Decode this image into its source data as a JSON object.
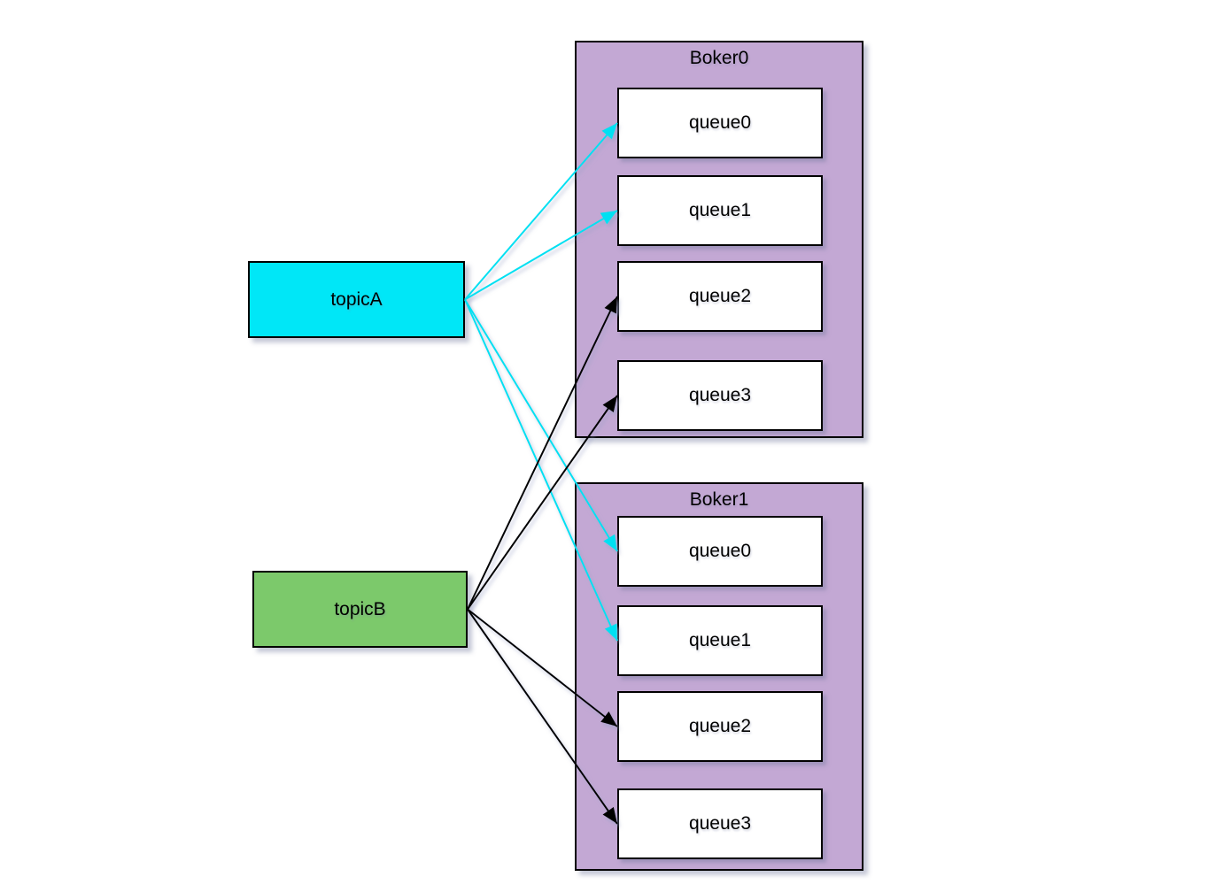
{
  "diagram": {
    "topics": [
      {
        "id": "topicA",
        "label": "topicA"
      },
      {
        "id": "topicB",
        "label": "topicB"
      }
    ],
    "brokers": [
      {
        "id": "Boker0",
        "label": "Boker0",
        "queues": [
          {
            "id": "b0q0",
            "label": "queue0"
          },
          {
            "id": "b0q1",
            "label": "queue1"
          },
          {
            "id": "b0q2",
            "label": "queue2"
          },
          {
            "id": "b0q3",
            "label": "queue3"
          }
        ]
      },
      {
        "id": "Boker1",
        "label": "Boker1",
        "queues": [
          {
            "id": "b1q0",
            "label": "queue0"
          },
          {
            "id": "b1q1",
            "label": "queue1"
          },
          {
            "id": "b1q2",
            "label": "queue2"
          },
          {
            "id": "b1q3",
            "label": "queue3"
          }
        ]
      }
    ],
    "colors": {
      "topicA_fill": "#00e7f7",
      "topicB_fill": "#7cc96b",
      "broker_fill": "#c3a8d4",
      "queue_fill": "#ffffff",
      "border": "#000000",
      "topicA_arrow": "#00e0f2",
      "topicB_arrow": "#000000"
    },
    "edges": [
      {
        "from": "topicA",
        "to": "b0q0",
        "color": "topicA_arrow"
      },
      {
        "from": "topicA",
        "to": "b0q1",
        "color": "topicA_arrow"
      },
      {
        "from": "topicA",
        "to": "b1q0",
        "color": "topicA_arrow"
      },
      {
        "from": "topicA",
        "to": "b1q1",
        "color": "topicA_arrow"
      },
      {
        "from": "topicB",
        "to": "b0q2",
        "color": "topicB_arrow"
      },
      {
        "from": "topicB",
        "to": "b0q3",
        "color": "topicB_arrow"
      },
      {
        "from": "topicB",
        "to": "b1q2",
        "color": "topicB_arrow"
      },
      {
        "from": "topicB",
        "to": "b1q3",
        "color": "topicB_arrow"
      }
    ]
  }
}
